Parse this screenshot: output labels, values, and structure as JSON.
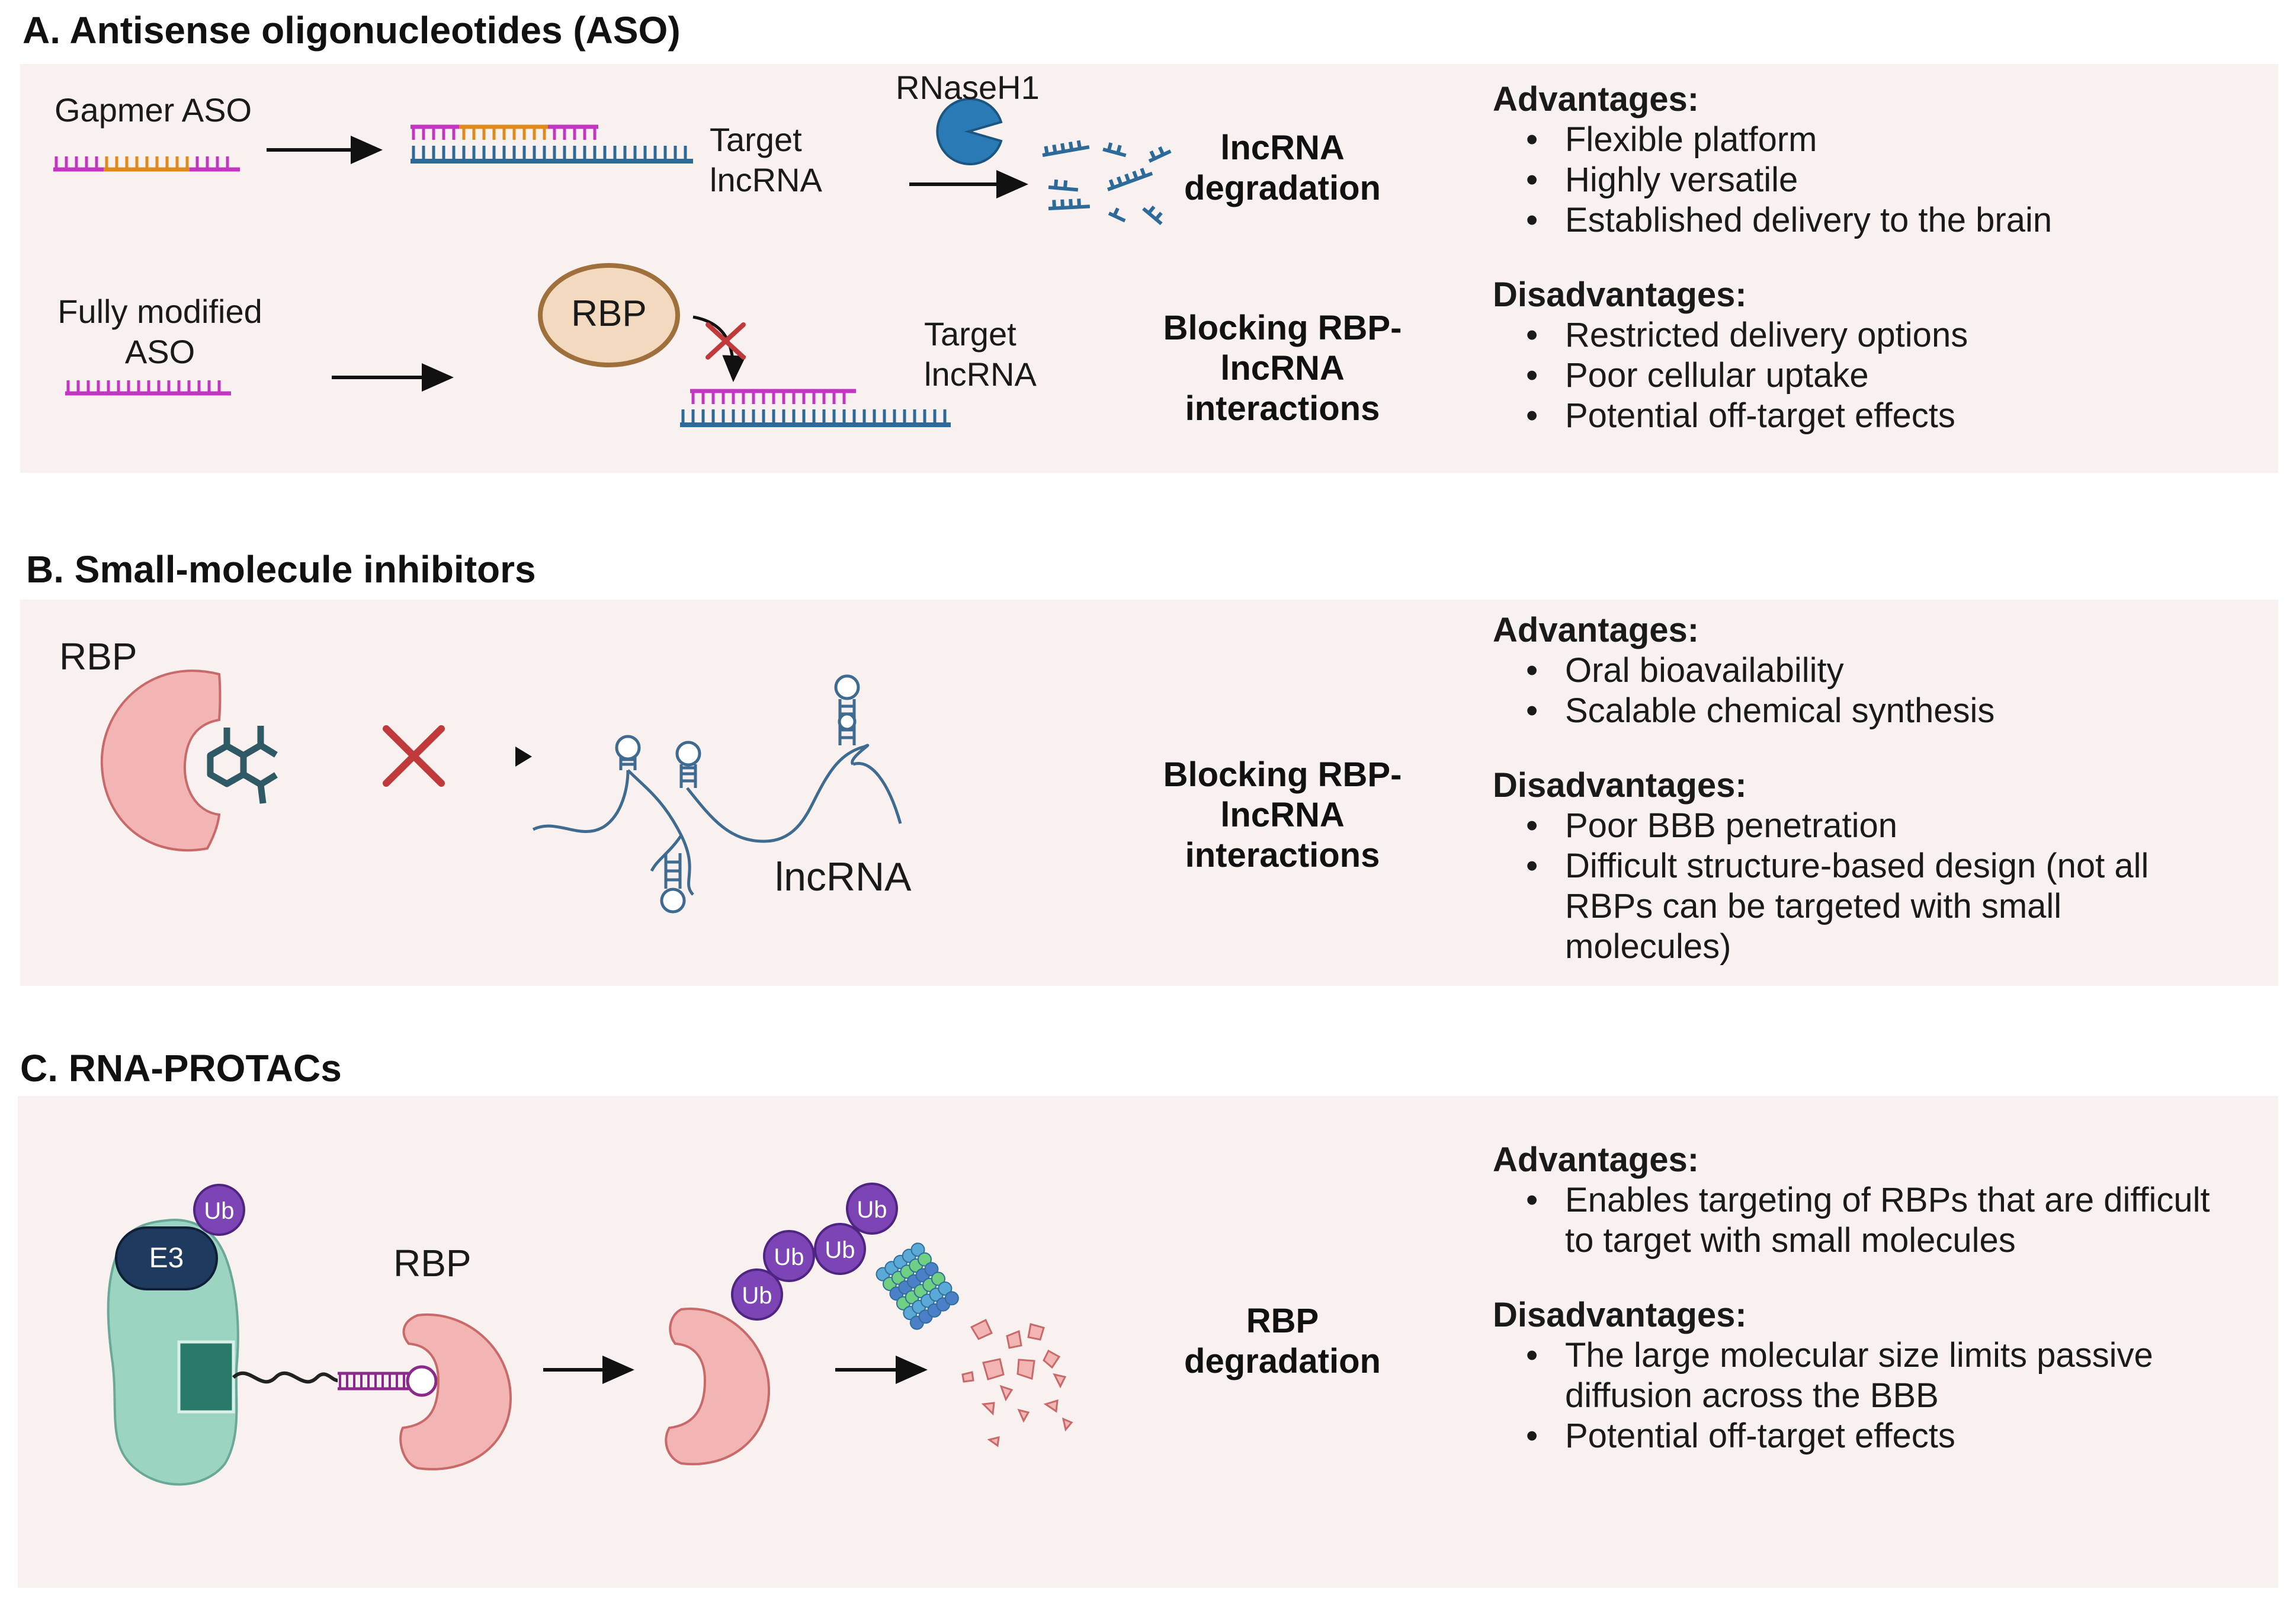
{
  "sections": {
    "a": {
      "title": "A. Antisense oligonucleotides (ASO)",
      "gapmer_label": "Gapmer ASO",
      "target1_label": "Target lncRNA",
      "rnaseh1_label": "RNaseH1",
      "mechanism1": "lncRNA degradation",
      "fully_modified_label": "Fully modified ASO",
      "rbp_label": "RBP",
      "target2_label": "Target lncRNA",
      "mechanism2": "Blocking RBP-lncRNA interactions",
      "advantages_heading": "Advantages:",
      "advantages": [
        "Flexible platform",
        "Highly versatile",
        "Established delivery to the brain"
      ],
      "disadvantages_heading": "Disadvantages:",
      "disadvantages": [
        "Restricted delivery options",
        "Poor cellular uptake",
        "Potential off-target effects"
      ]
    },
    "b": {
      "title": "B. Small-molecule inhibitors",
      "rbp_label": "RBP",
      "lncrna_label": "lncRNA",
      "mechanism": "Blocking RBP-lncRNA interactions",
      "advantages_heading": "Advantages:",
      "advantages": [
        "Oral bioavailability",
        "Scalable chemical synthesis"
      ],
      "disadvantages_heading": "Disadvantages:",
      "disadvantages": [
        "Poor BBB penetration",
        "Difficult structure-based design (not all RBPs can be targeted with small molecules)"
      ]
    },
    "c": {
      "title": "C. RNA-PROTACs",
      "e3_label": "E3",
      "ub_label": "Ub",
      "rbp_label": "RBP",
      "mechanism": "RBP degradation",
      "advantages_heading": "Advantages:",
      "advantages": [
        "Enables targeting of RBPs that are difficult to target with small molecules"
      ],
      "disadvantages_heading": "Disadvantages:",
      "disadvantages": [
        "The large molecular size limits passive diffusion across the BBB",
        "Potential off-target effects"
      ]
    }
  },
  "colors": {
    "panel_bg": "#f8f1f0",
    "rna_blue": "#2d6a99",
    "aso_magenta": "#c236c2",
    "gapmer_orange": "#e08a1e",
    "rbp_pink": "#f2b5b3",
    "rbp_outline": "#c86a6a",
    "rbp_oval_fill": "#f3d9bd",
    "rbp_oval_stroke": "#a0703c",
    "rnaseh1_blue": "#2a7ab5",
    "inhibit_red": "#c0393b",
    "molecule_teal": "#2f5965",
    "e3_navy": "#1f3a5f",
    "ub_purple": "#7c44b4",
    "proteasome_green": "#9cd4c2",
    "protac_teal": "#2a7a6a"
  }
}
